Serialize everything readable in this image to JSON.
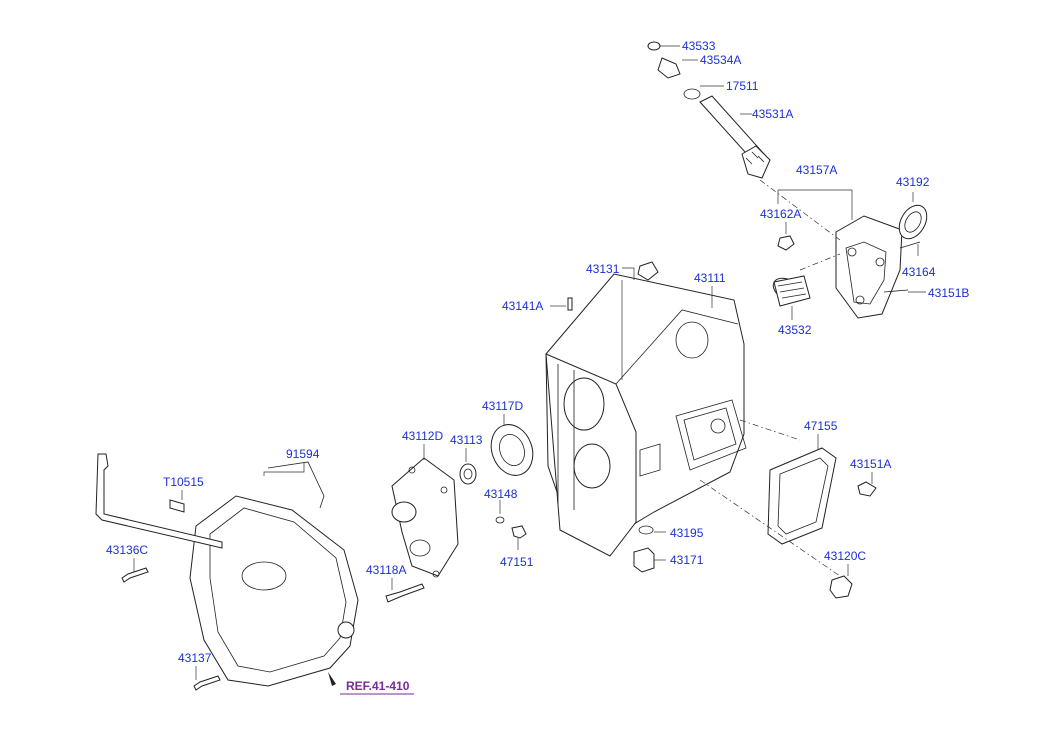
{
  "diagram": {
    "labels": {
      "p43533": "43533",
      "p43534A": "43534A",
      "p17511": "17511",
      "p43531A": "43531A",
      "p43157A": "43157A",
      "p43192": "43192",
      "p43162A": "43162A",
      "p43164": "43164",
      "p43151B": "43151B",
      "p43131": "43131",
      "p43111": "43111",
      "p43141A": "43141A",
      "p43532": "43532",
      "p43117D": "43117D",
      "p43112D": "43112D",
      "p43113": "43113",
      "p47155": "47155",
      "p43151A": "43151A",
      "p91594": "91594",
      "pT10515": "T10515",
      "p43148": "43148",
      "p43195": "43195",
      "p43136C": "43136C",
      "p47151": "47151",
      "p43171": "43171",
      "p43120C": "43120C",
      "p43118A": "43118A",
      "p43137": "43137"
    },
    "reference": "REF.41-410"
  },
  "colors": {
    "part_number": "#1e2fd6",
    "reference": "#7a2a9a",
    "linework": "#222222"
  }
}
